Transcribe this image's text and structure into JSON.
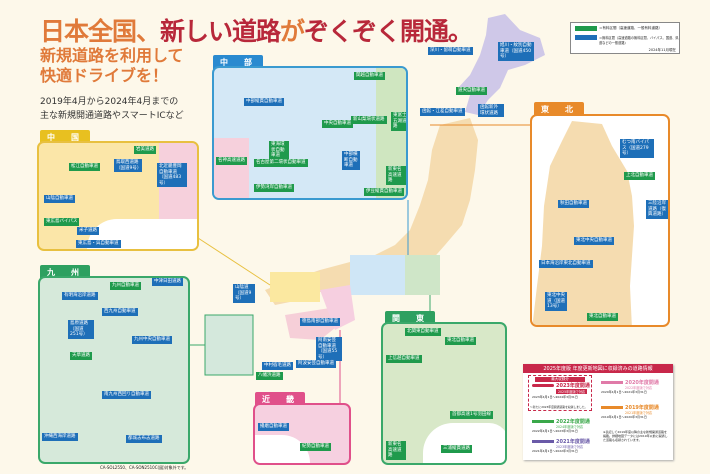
{
  "title": {
    "part1": "日本全国、",
    "part2": "新しい道路",
    "part3": "が",
    "part4": "ぞくぞく開通。"
  },
  "subtitle": {
    "line1": "新規道路を利用して",
    "line2": "快適ドライブを！"
  },
  "description": {
    "line1": "2019年4月から2024年4月までの",
    "line2": "主な新規開通道路やスマートICなど"
  },
  "legend_top": {
    "items": [
      {
        "color": "#1f9a4c",
        "label": "＝有料区間（高速道路、一般有料道路）"
      },
      {
        "color": "#1e6fb8",
        "label": "＝無料区間（高速道路の無料区間、バイパス、国道、県道などの一般道路）"
      }
    ],
    "date": "2024年11月現在"
  },
  "regions": {
    "chugoku": {
      "name": "中　国",
      "roads": [
        {
          "t": "松江自動車道",
          "c": "g"
        },
        {
          "t": "山陰自動車道",
          "c": "b"
        },
        {
          "t": "東広島バイパス",
          "c": "g"
        },
        {
          "t": "米子道路",
          "c": "b"
        },
        {
          "t": "鳥取西道路（国道9号）",
          "c": "b"
        },
        {
          "t": "北近畿豊岡自動車道（国道483号）",
          "c": "b"
        },
        {
          "t": "東広島・呉自動車道",
          "c": "b"
        },
        {
          "t": "岩美道路",
          "c": "g"
        }
      ]
    },
    "kyushu": {
      "name": "九　州",
      "roads": [
        {
          "t": "九州自動車道",
          "c": "g"
        },
        {
          "t": "中津日田道路",
          "c": "b"
        },
        {
          "t": "有明海沿岸道路",
          "c": "b"
        },
        {
          "t": "西九州自動車道",
          "c": "b"
        },
        {
          "t": "島原道路（国道251号）",
          "c": "b"
        },
        {
          "t": "九州中央自動車道",
          "c": "b"
        },
        {
          "t": "天草道路",
          "c": "g"
        },
        {
          "t": "南九州西回り自動車道",
          "c": "b"
        },
        {
          "t": "都城志布志道路",
          "c": "b"
        },
        {
          "t": "沖縄西海岸道路",
          "c": "b"
        }
      ],
      "note": "CA-SOL2550、CA-SON2510C(図)対象外です。"
    },
    "chubu": {
      "name": "中　部",
      "roads": [
        {
          "t": "中部縦貫自動車道",
          "c": "b"
        },
        {
          "t": "新東名高速道路",
          "c": "g"
        },
        {
          "t": "中央自動車道",
          "c": "g"
        },
        {
          "t": "新山梨環状道路",
          "c": "g"
        },
        {
          "t": "中部横断自動車道",
          "c": "b"
        },
        {
          "t": "東海環状自動車道",
          "c": "g"
        },
        {
          "t": "名神高速道路",
          "c": "g"
        },
        {
          "t": "名古屋第二環状自動車道",
          "c": "g"
        },
        {
          "t": "伊勢湾岸自動車道",
          "c": "g"
        },
        {
          "t": "東富士五湖道路",
          "c": "g"
        },
        {
          "t": "伊豆縦貫自動車道",
          "c": "g"
        },
        {
          "t": "関越自動車道",
          "c": "g"
        }
      ]
    },
    "tohoku": {
      "name": "東　北",
      "roads": [
        {
          "t": "むつ南バイパス（国道279号）",
          "c": "b"
        },
        {
          "t": "上北自動車道",
          "c": "g"
        },
        {
          "t": "秋田自動車道",
          "c": "b"
        },
        {
          "t": "三陸沿岸道路（復興道路）",
          "c": "b"
        },
        {
          "t": "東北中央自動車道",
          "c": "b"
        },
        {
          "t": "日本海沿岸東北自動車道",
          "c": "b"
        },
        {
          "t": "東北中央道（国道13号）",
          "c": "b"
        },
        {
          "t": "東北自動車道",
          "c": "g"
        },
        {
          "t": "東北中央自動車道",
          "c": "b"
        }
      ]
    },
    "kanto": {
      "name": "関　東",
      "roads": [
        {
          "t": "北関東自動車道",
          "c": "g"
        },
        {
          "t": "東北自動車道",
          "c": "g"
        },
        {
          "t": "上信越自動車道",
          "c": "g"
        },
        {
          "t": "首都高速1号羽田線",
          "c": "g"
        },
        {
          "t": "新東名高速道路",
          "c": "g"
        },
        {
          "t": "三浦縦貫道路",
          "c": "g"
        }
      ]
    },
    "kinki": {
      "name": "近　畿",
      "roads": [
        {
          "t": "播磨自動車道",
          "c": "b"
        },
        {
          "t": "紀勢自動車道",
          "c": "g"
        }
      ]
    },
    "hokkaido": {
      "roads": [
        {
          "t": "深川・留萌自動車道",
          "c": "b"
        },
        {
          "t": "旭川・紋別自動車道（国道450号）",
          "c": "b"
        },
        {
          "t": "道央自動車道",
          "c": "g"
        },
        {
          "t": "函館新外環状道路",
          "c": "b"
        },
        {
          "t": "函館・江差自動車道",
          "c": "b"
        }
      ]
    },
    "shikoku": {
      "roads": [
        {
          "t": "山陰道（国道9号）",
          "c": "b"
        },
        {
          "t": "徳島南部自動車道",
          "c": "b"
        },
        {
          "t": "阿南安芸自動車道（国道55号）",
          "c": "b"
        },
        {
          "t": "中村宿毛道路",
          "c": "b"
        },
        {
          "t": "阿波安芸自動車道",
          "c": "b"
        },
        {
          "t": "八幡浜道路",
          "c": "g"
        }
      ]
    }
  },
  "legend_bottom": {
    "header": "2025年度版 年度更新地図に収録済みの道路情報",
    "new_label": "最大収録分",
    "items": [
      {
        "year": "2023年度開通",
        "sub": "2025年度版で対応",
        "period": "2023年4月1日～2024年3月31日",
        "color": "#c8284a"
      },
      {
        "year": "2022年度開通",
        "sub": "2024年度版で対応",
        "period": "2022年4月1日～2023年3月31日",
        "color": "#3aa84a"
      },
      {
        "year": "2021年度開通",
        "sub": "2023年度版で対応",
        "period": "2021年4月1日～2022年3月31日",
        "color": "#6a5aa8"
      },
      {
        "year": "2020年度開通",
        "sub": "2022年度版で対応",
        "period": "2020年4月1日～2021年3月31日",
        "color": "#e07aa8"
      },
      {
        "year": "2019年度開通",
        "sub": "2021年度版で対応",
        "period": "2019年4月1日～2020年3月31日",
        "color": "#e88a2a"
      }
    ],
    "note1": "～新たに2023年度開通道路を収録しました。",
    "note2": "※表記して2019年度以降の主な新規開通道路を掲載。詳細地図データには2019年以前に開通した道路も収録されています。"
  }
}
